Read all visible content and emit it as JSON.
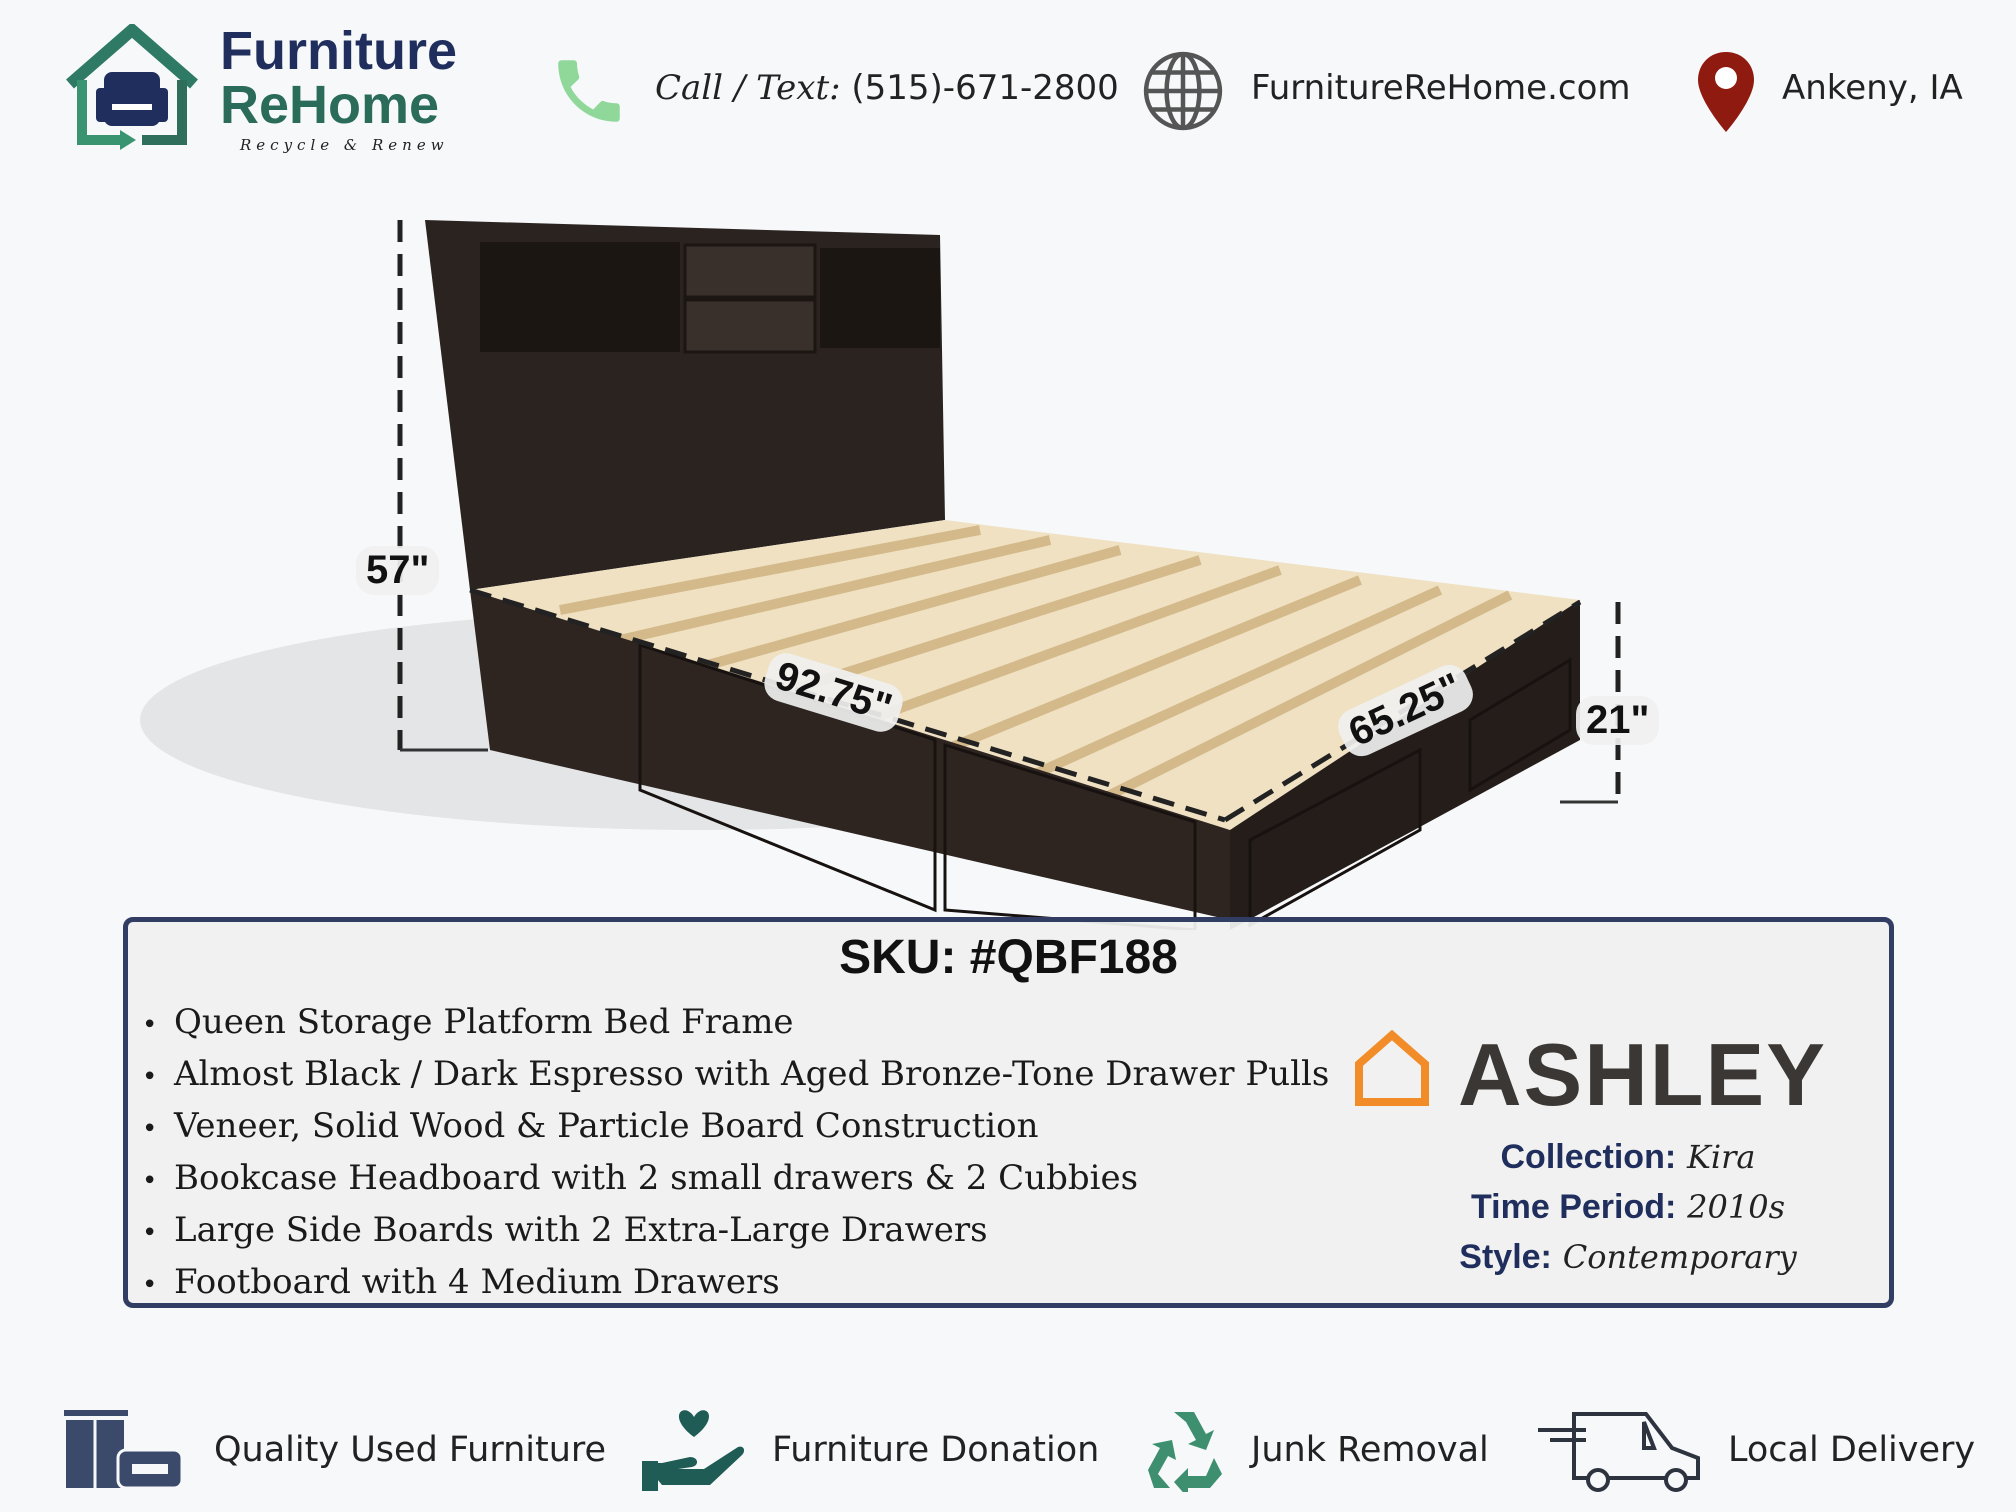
{
  "header": {
    "logo": {
      "line1": "Furniture",
      "line2": "ReHome",
      "tagline": "Recycle & Renew"
    },
    "phone": {
      "label": "Call / Text:",
      "number": "(515)-671-2800",
      "icon": "phone-icon"
    },
    "website": {
      "text": "FurnitureReHome.com",
      "icon": "globe-icon"
    },
    "location": {
      "text": "Ankeny, IA",
      "icon": "map-pin-icon"
    }
  },
  "product_image": {
    "dimensions": {
      "height": "57\"",
      "length": "92.75\"",
      "width": "65.25\"",
      "side_height": "21\""
    }
  },
  "info": {
    "sku": "SKU: #QBF188",
    "features": [
      "Queen Storage Platform Bed Frame",
      "Almost Black / Dark Espresso with Aged Bronze-Tone Drawer Pulls",
      "Veneer, Solid Wood & Particle Board Construction",
      "Bookcase Headboard with 2 small drawers & 2 Cubbies",
      "Large Side Boards with 2 Extra-Large Drawers",
      "Footboard with 4 Medium Drawers"
    ],
    "brand": "ASHLEY",
    "details": [
      {
        "label": "Collection:",
        "value": "Kira"
      },
      {
        "label": "Time Period:",
        "value": "2010s"
      },
      {
        "label": "Style:",
        "value": "Contemporary"
      }
    ]
  },
  "services": [
    {
      "label": "Quality Used Furniture",
      "icon": "furniture-icon"
    },
    {
      "label": "Furniture Donation",
      "icon": "donation-hand-icon"
    },
    {
      "label": "Junk Removal",
      "icon": "recycle-icon"
    },
    {
      "label": "Local Delivery",
      "icon": "delivery-truck-icon"
    }
  ],
  "colors": {
    "navy": "#1f2e5c",
    "green": "#2f7a64",
    "orange": "#f28c28",
    "pin": "#8f1a10",
    "phone": "#8fd89a"
  }
}
